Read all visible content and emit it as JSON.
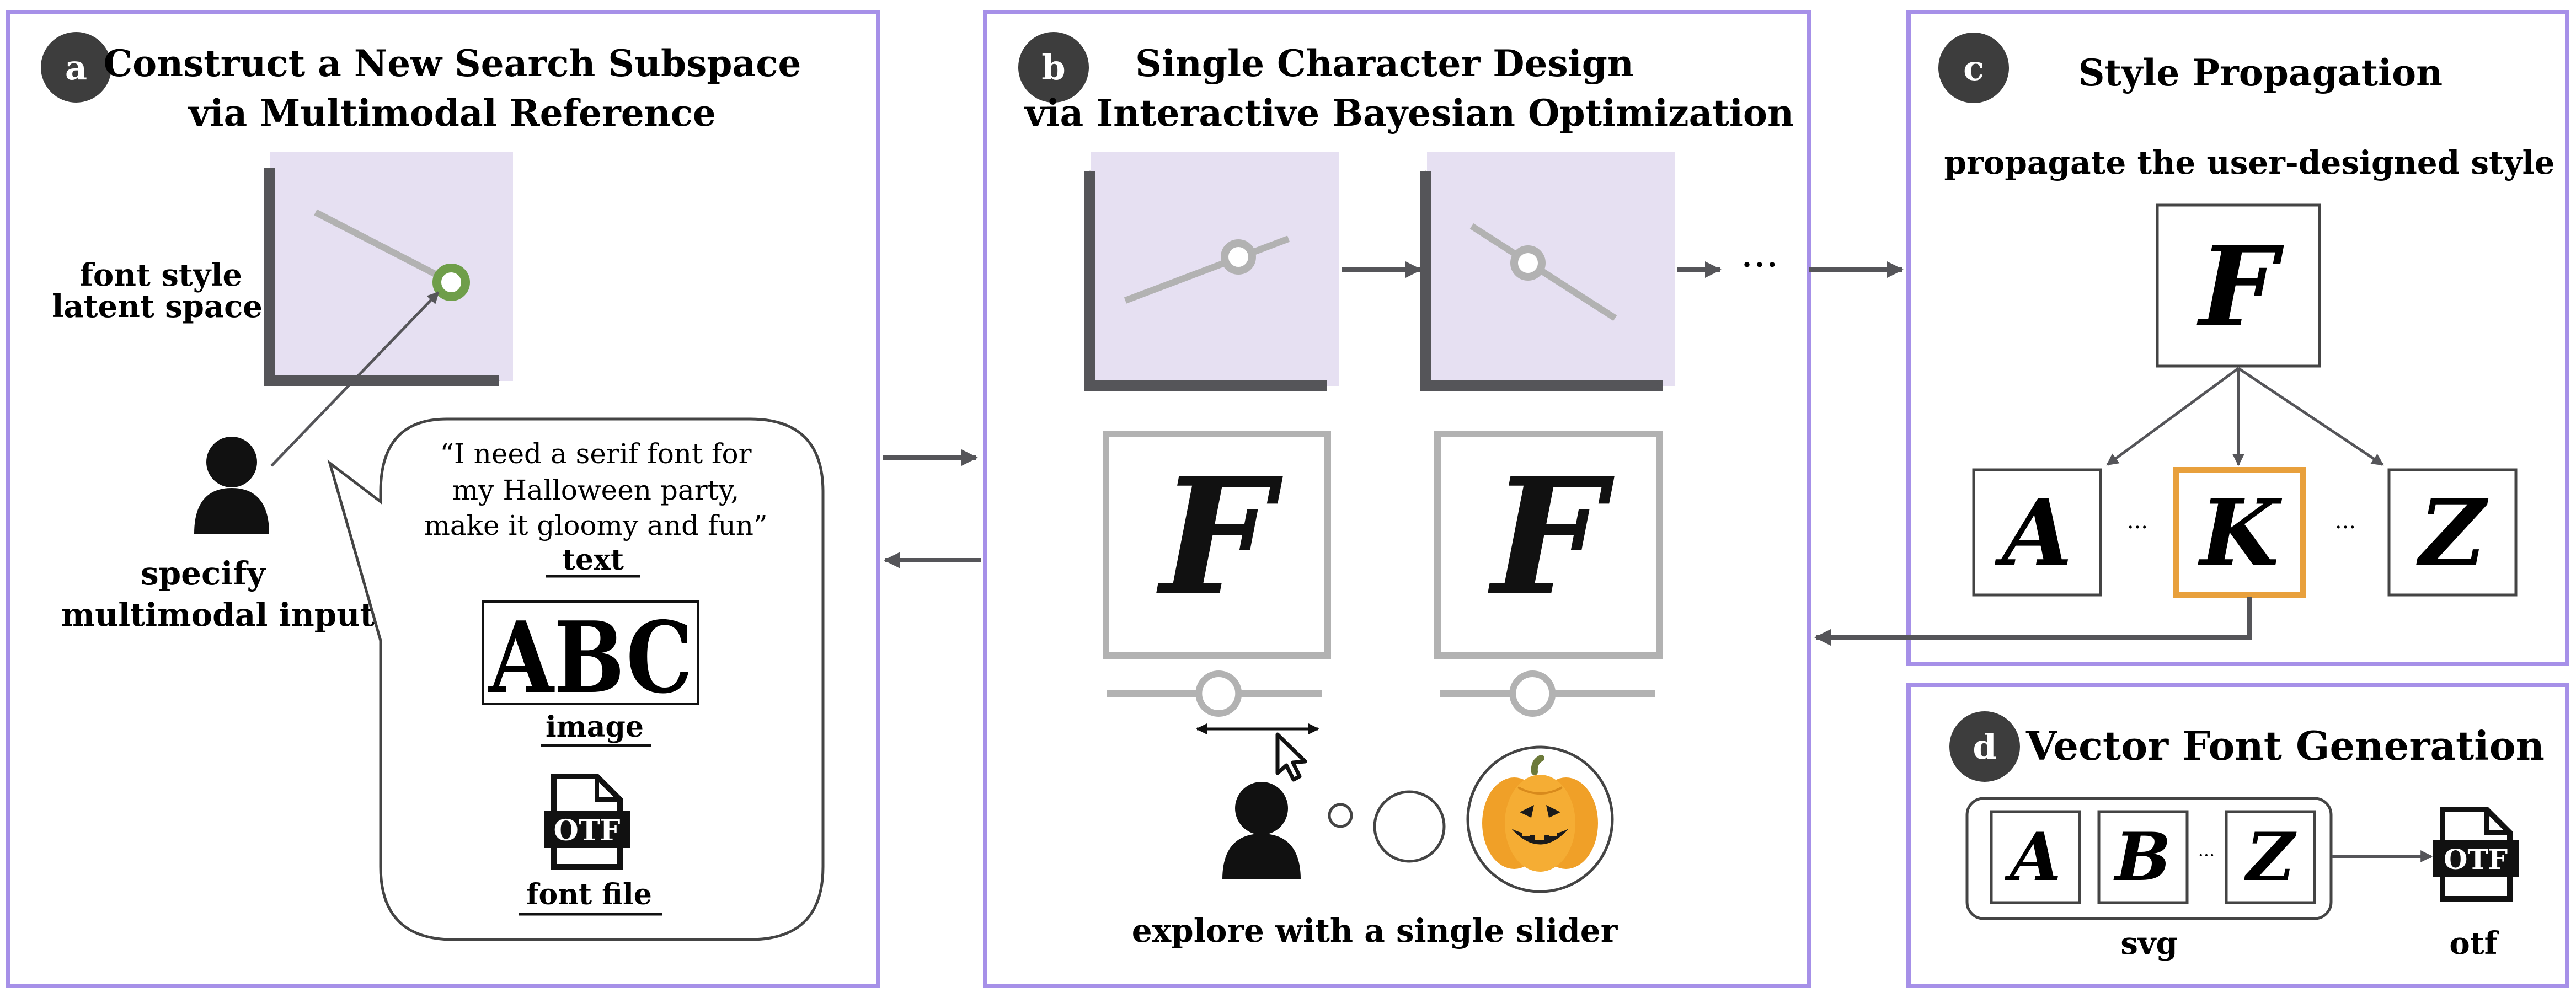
{
  "panel_a": {
    "badge": "a",
    "title_line1": "Construct a New Search Subspace",
    "title_line2": "via Multimodal Reference",
    "latent_label_line1": "font style",
    "latent_label_line2": "latent space",
    "specify_line1": "specify",
    "specify_line2": "multimodal input",
    "quote_line1": "“I need a serif font for",
    "quote_line2": "my Halloween party,",
    "quote_line3": "make it gloomy and fun”",
    "text_caption": "text",
    "abc_sample": "ABC",
    "image_caption": "image",
    "otf_icon_label": "OTF",
    "font_file_caption": "font file"
  },
  "panel_b": {
    "badge": "b",
    "title_line1": "Single Character Design",
    "title_line2": "via Interactive Bayesian Optimization",
    "ellipsis": "···",
    "glyph1": "F",
    "glyph2": "F",
    "slider1_value": 0.52,
    "slider2_value": 0.43,
    "caption": "explore with a single slider"
  },
  "panel_c": {
    "badge": "c",
    "title": "Style Propagation",
    "subtitle": "propagate the user-designed style",
    "root_glyph": "F",
    "child_glyphs": [
      "A",
      "K",
      "Z"
    ],
    "child_dots": "···"
  },
  "panel_d": {
    "badge": "d",
    "title": "Vector Font Generation",
    "glyphs": [
      "A",
      "B",
      "Z"
    ],
    "dots": "···",
    "svg_caption": "svg",
    "otf_icon_label": "OTF",
    "otf_caption": "otf"
  },
  "colors": {
    "frame": "#a690e8",
    "latent_fill": "#e6e0f2",
    "axis": "#555559",
    "trajectory": "#b2b2b2",
    "selected_point": "#6f9e4a",
    "highlight": "#e8a03c",
    "badge": "#3d3d3d",
    "pumpkin": "#f0a028"
  }
}
